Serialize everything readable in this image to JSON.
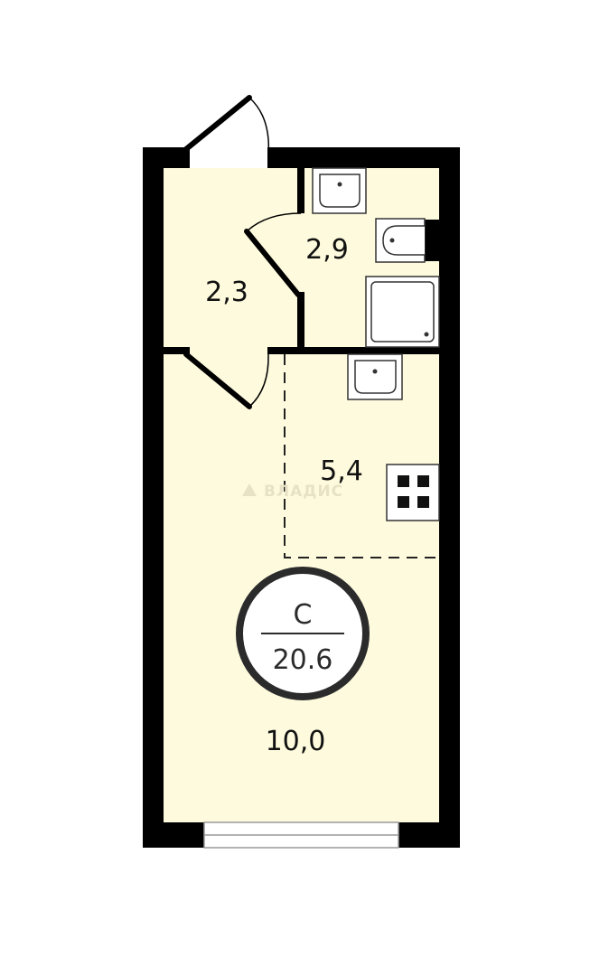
{
  "colors": {
    "wall": "#000000",
    "floor": "#fefadd",
    "fixture_fill": "#ffffff",
    "fixture_stroke": "#333333",
    "badge_stroke": "#2b2b2b",
    "watermark": "#e7e2c6"
  },
  "rooms": {
    "hall_area": "2,3",
    "bathroom_area": "2,9",
    "kitchen_area": "5,4",
    "living_area": "10,0"
  },
  "badge": {
    "type": "С",
    "total_area": "20.6"
  },
  "watermark": {
    "text": "ВЛАДИС"
  },
  "icons": {
    "sink": "sink-icon",
    "toilet": "toilet-icon",
    "shower": "shower-tray-icon",
    "stove": "stove-icon",
    "door": "door-swing-icon",
    "window": "window-icon"
  }
}
